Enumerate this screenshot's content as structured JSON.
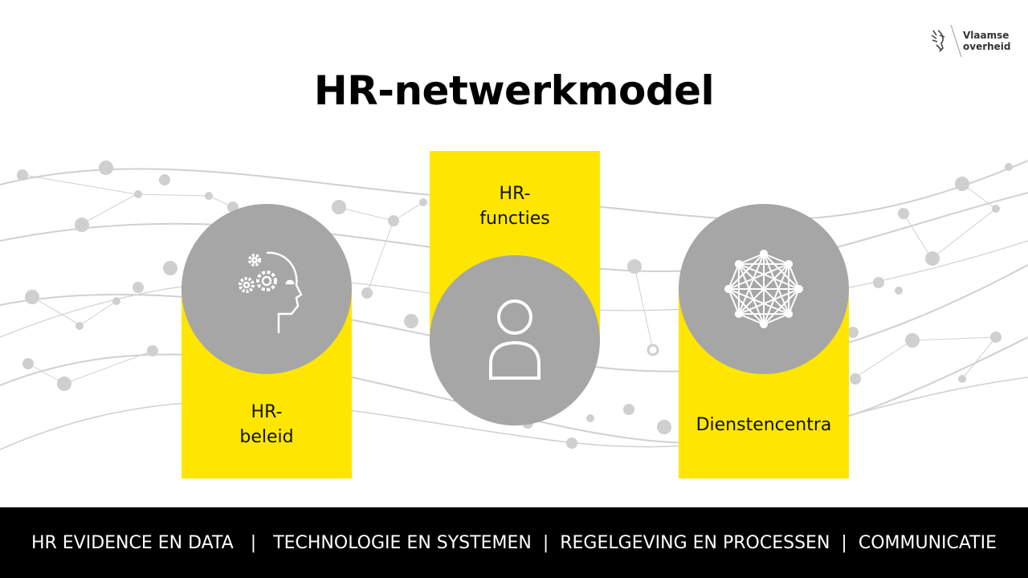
{
  "logo": {
    "line1": "Vlaamse",
    "line2": "overheid"
  },
  "title": "HR-netwerkmodel",
  "boxes": [
    {
      "line1": "HR-",
      "line2": "beleid",
      "icon": "head-gears-icon"
    },
    {
      "line1": "HR-",
      "line2": "functies",
      "icon": "person-icon"
    },
    {
      "line1": "Dienstencentra",
      "icon": "network-icon"
    }
  ],
  "footer": {
    "items": [
      "HR EVIDENCE EN DATA",
      "TECHNOLOGIE EN SYSTEMEN",
      "REGELGEVING EN PROCESSEN",
      "COMMUNICATIE"
    ],
    "separator": "|"
  },
  "colors": {
    "yellow": "#ffe600",
    "grey": "#a6a6a6",
    "footer": "#000000"
  }
}
